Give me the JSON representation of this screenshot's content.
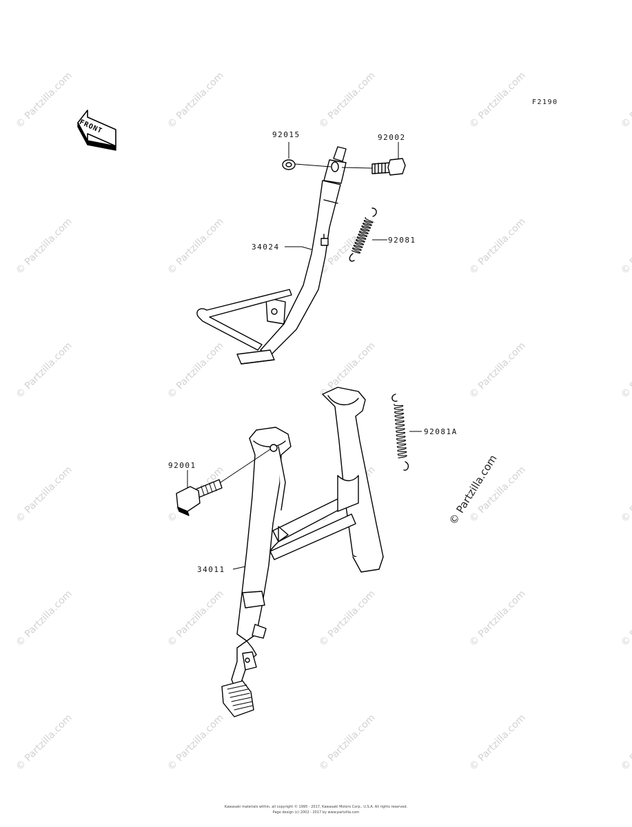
{
  "figure": {
    "code": "F2190",
    "front_label": "FRONT"
  },
  "parts": [
    {
      "number": "92015",
      "id": "part-92015"
    },
    {
      "number": "92002",
      "id": "part-92002"
    },
    {
      "number": "34024",
      "id": "part-34024"
    },
    {
      "number": "92081",
      "id": "part-92081"
    },
    {
      "number": "92081A",
      "id": "part-92081a"
    },
    {
      "number": "92001",
      "id": "part-92001"
    },
    {
      "number": "34011",
      "id": "part-34011"
    }
  ],
  "watermark": {
    "text": "© Partzilla.com"
  },
  "footer": {
    "line1": "Kawasaki materials within, all copyright © 1995 - 2017, Kawasaki Motors Corp., U.S.A. All rights reserved.",
    "line2": "Page design (c) 2002 - 2017 by www.partzilla.com"
  }
}
